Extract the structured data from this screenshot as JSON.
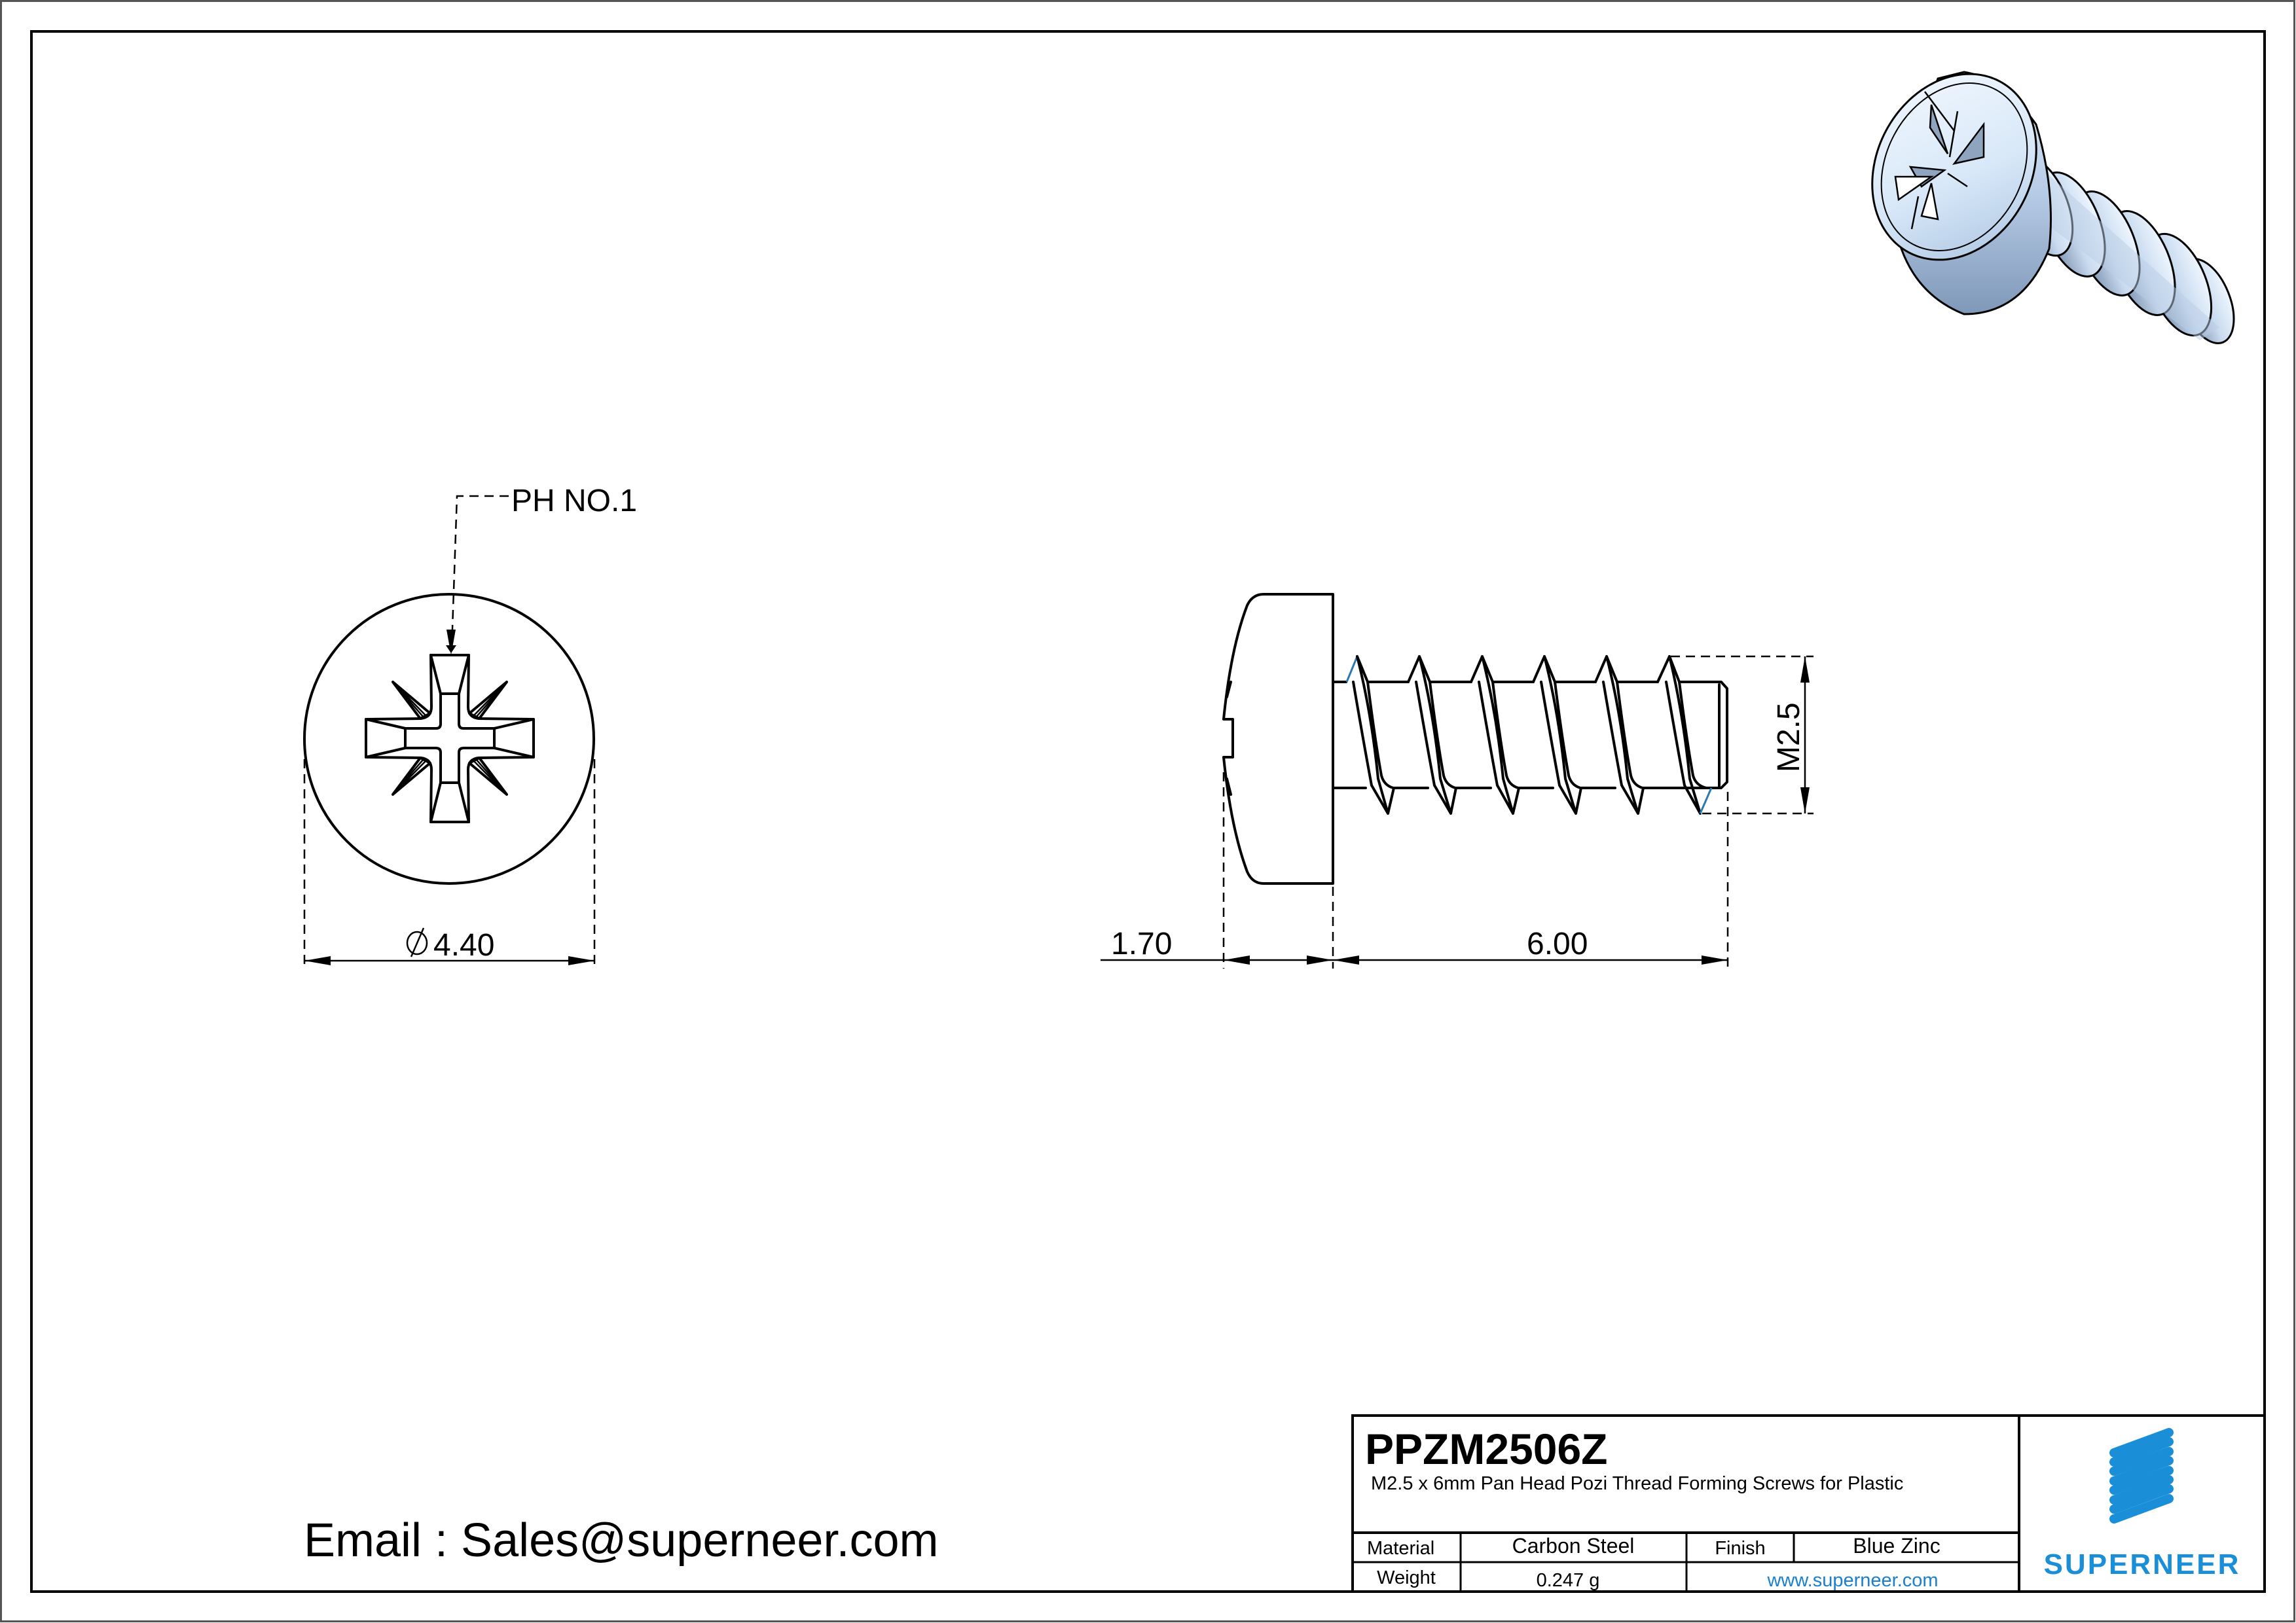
{
  "drawing": {
    "part_number": "PPZM2506Z",
    "description": "M2.5 x 6mm Pan Head Pozi Thread Forming Screws for Plastic",
    "recess_callout": "PH NO.1",
    "dimensions": {
      "head_diameter": "4.40",
      "head_diameter_symbol": "∅",
      "head_height": "1.70",
      "length": "6.00",
      "thread": "M2.5"
    },
    "views": [
      "front-view-recess",
      "side-view",
      "isometric-render"
    ]
  },
  "title_block": {
    "rows": [
      {
        "label": "Material",
        "value": "Carbon Steel",
        "label2": "Finish",
        "value2": "Blue Zinc"
      },
      {
        "label": "Weight",
        "value": "0.247 g",
        "link": "www.superneer.com"
      }
    ],
    "brand": "SUPERNEER",
    "brand_color": "#1a8fd8",
    "link_color": "#1a7fd0"
  },
  "contact": {
    "email_line": "Email : Sales@superneer.com"
  }
}
